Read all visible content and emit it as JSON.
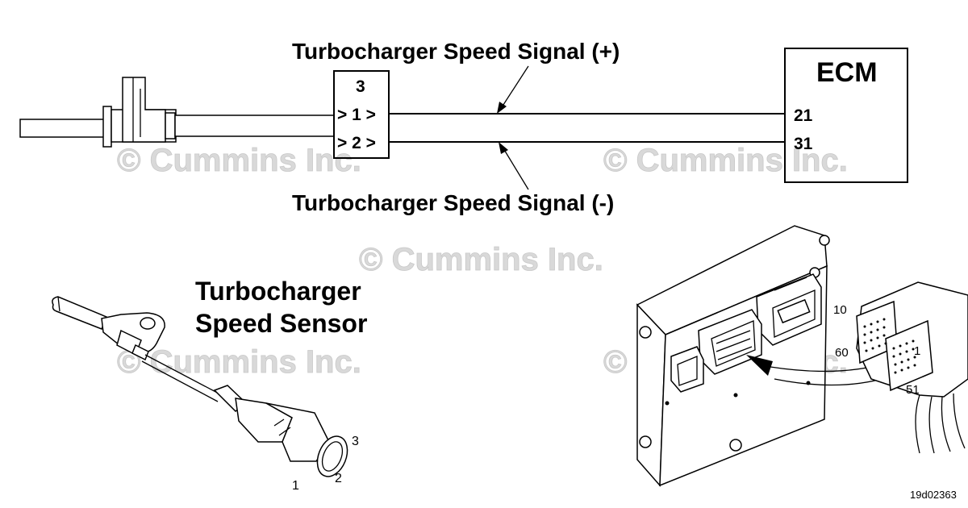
{
  "labels": {
    "signal_plus": "Turbocharger Speed Signal (+)",
    "signal_minus": "Turbocharger Speed Signal (-)",
    "ecm_title": "ECM",
    "ecm_pin_a": "21",
    "ecm_pin_b": "31",
    "connector_pin_3": "3",
    "connector_pin_1": "> 1 >",
    "connector_pin_2": "> 2 >",
    "sensor_title_line1": "Turbocharger",
    "sensor_title_line2": "Speed Sensor",
    "sensor_pin_1": "1",
    "sensor_pin_2": "2",
    "sensor_pin_3": "3",
    "ecm_conn_pin_10": "10",
    "ecm_conn_pin_60": "60",
    "ecm_conn_pin_51": "51",
    "ecm_conn_pin_1": "1",
    "figure_id": "19d02363"
  },
  "watermark": {
    "text": "© Cummins Inc."
  },
  "colors": {
    "line": "#000000",
    "background": "#ffffff",
    "watermark": "#d9d9d9"
  }
}
